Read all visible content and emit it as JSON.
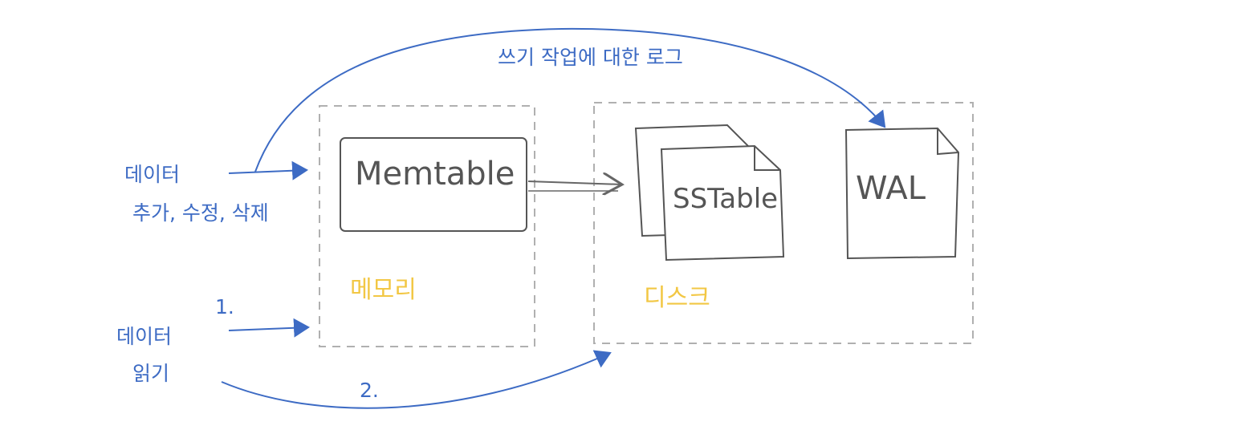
{
  "colors": {
    "ink": "#555555",
    "blue": "#3d6bc4",
    "yellow": "#f2c744",
    "dashed": "#b0b0b0"
  },
  "labels": {
    "wal_log": "쓰기 작업에 대한 로그",
    "write_line1": "데이터",
    "write_line2": "추가, 수정, 삭제",
    "read_line1": "데이터",
    "read_line2": "읽기",
    "step1": "1.",
    "step2": "2.",
    "memory": "메모리",
    "disk": "디스크",
    "memtable": "Memtable",
    "sstable": "SSTable",
    "wal": "WAL"
  }
}
